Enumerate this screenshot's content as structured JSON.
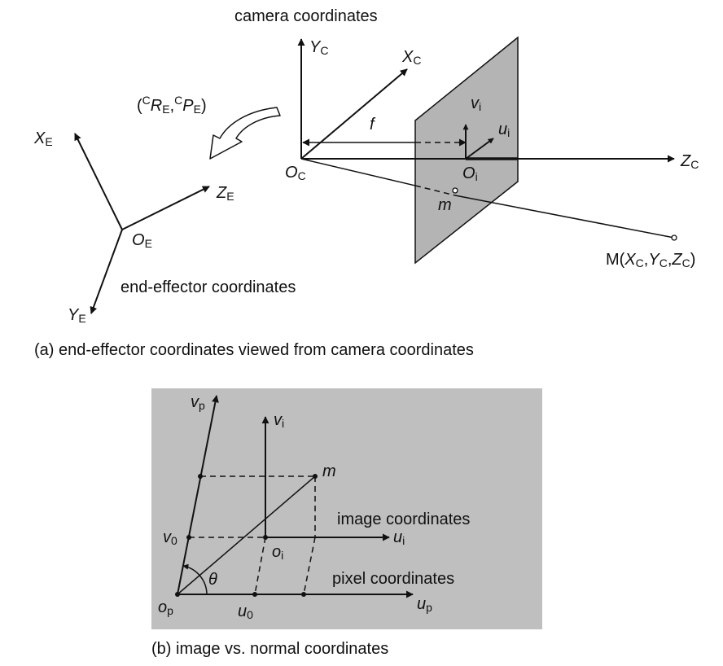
{
  "top": {
    "title": "camera coordinates",
    "transform_label": {
      "pre1": "(",
      "sup1": "C",
      "R": "R",
      "subE1": "E",
      "comma": ",",
      "sup2": "C",
      "P": "P",
      "subE2": "E",
      "post": ")"
    },
    "axes": {
      "yc": {
        "main": "Y",
        "sub": "C"
      },
      "xc": {
        "main": "X",
        "sub": "C"
      },
      "zc": {
        "main": "Z",
        "sub": "C"
      },
      "oc": {
        "main": "O",
        "sub": "C"
      },
      "xe": {
        "main": "X",
        "sub": "E"
      },
      "ze": {
        "main": "Z",
        "sub": "E"
      },
      "ye": {
        "main": "Y",
        "sub": "E"
      },
      "oe": {
        "main": "O",
        "sub": "E"
      },
      "vi": {
        "main": "v",
        "sub": "i"
      },
      "ui": {
        "main": "u",
        "sub": "i"
      },
      "oi": {
        "main": "O",
        "sub": "i"
      }
    },
    "focal": "f",
    "m": "m",
    "point_M": {
      "pre": "M(",
      "x": "X",
      "xs": "C",
      "c1": ",",
      "y": "Y",
      "ys": "C",
      "c2": ",",
      "z": "Z",
      "zs": "C",
      "post": ")"
    },
    "ee_label": "end-effector coordinates",
    "caption": "(a) end-effector coordinates viewed from camera coordinates"
  },
  "bottom": {
    "vp": {
      "main": "v",
      "sub": "p"
    },
    "vi": {
      "main": "v",
      "sub": "i"
    },
    "m": "m",
    "image_coords": "image coordinates",
    "ui": {
      "main": "u",
      "sub": "i"
    },
    "v0": {
      "main": "v",
      "sub": "0"
    },
    "oi": {
      "main": "o",
      "sub": "i"
    },
    "theta": "θ",
    "pixel_coords": "pixel coordinates",
    "op": {
      "main": "o",
      "sub": "p"
    },
    "u0": {
      "main": "u",
      "sub": "0"
    },
    "up": {
      "main": "u",
      "sub": "p"
    },
    "caption": "(b) image vs. normal coordinates"
  },
  "colors": {
    "plane": "#b4b4b4",
    "panel": "#bfbfbf",
    "ink": "#111111"
  }
}
